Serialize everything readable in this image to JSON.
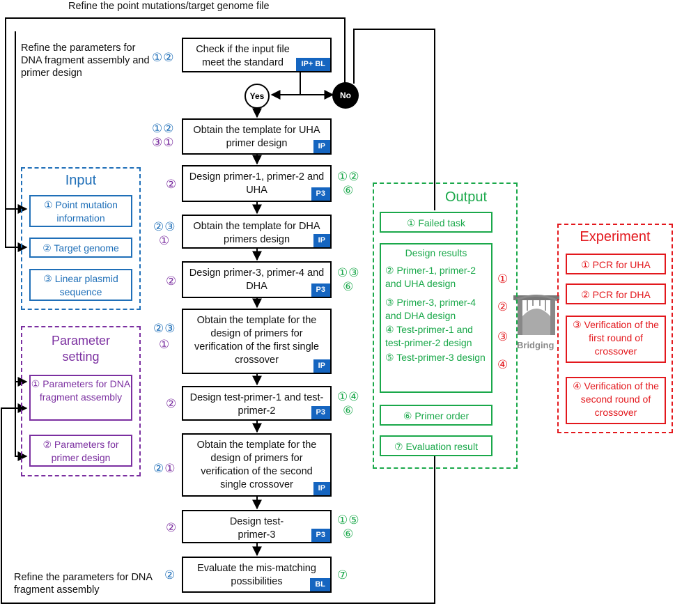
{
  "feedback": {
    "top_label": "Refine the point mutations/target genome file",
    "mid_label": "Refine the parameters for DNA fragment assembly and primer design",
    "bottom_label": "Refine the parameters for DNA fragment assembly"
  },
  "decision": {
    "yes": "Yes",
    "no": "No"
  },
  "steps": [
    {
      "text": "Check if the input file meet the standard",
      "badge": "IP+ BL",
      "left_refs": "①②",
      "right_refs": ""
    },
    {
      "text": "Obtain the template for UHA primer design",
      "badge": "IP",
      "left_refs_blue": "①②",
      "left_refs_purple": "③①"
    },
    {
      "text": "Design primer-1, primer-2 and UHA",
      "badge": "P3",
      "left_refs": "②",
      "right_refs": "①②\n⑥"
    },
    {
      "text": "Obtain the template for DHA primers design",
      "badge": "IP",
      "left_refs_blue": "②③",
      "left_refs_purple": "①"
    },
    {
      "text": "Design primer-3, primer-4 and DHA",
      "badge": "P3",
      "left_refs": "②",
      "right_refs": "①③\n⑥"
    },
    {
      "text": "Obtain the template for the design of primers for verification of the first single crossover",
      "badge": "IP",
      "left_refs_blue": "②③",
      "left_refs_purple": "①"
    },
    {
      "text": "Design test-primer-1 and test-primer-2",
      "badge": "P3",
      "left_refs": "②",
      "right_refs": "①④\n⑥"
    },
    {
      "text": "Obtain the template for the design of primers for verification of the second single crossover",
      "badge": "IP",
      "left_refs_blue": "②",
      "left_refs_purple": "①"
    },
    {
      "text": "Design test-primer-3",
      "badge": "P3",
      "left_refs": "②",
      "right_refs": "①⑤\n⑥"
    },
    {
      "text": "Evaluate the mis-matching possibilities",
      "badge": "BL",
      "left_refs": "②",
      "right_refs": "⑦"
    }
  ],
  "input": {
    "title": "Input",
    "items": [
      "① Point mutation information",
      "② Target genome",
      "③ Linear plasmid sequence"
    ]
  },
  "parameter": {
    "title": "Parameter setting",
    "items": [
      "① Parameters for DNA fragment assembly",
      "② Parameters for primer design"
    ]
  },
  "output": {
    "title": "Output",
    "failed": "① Failed task",
    "design_title": "Design results",
    "design_items": [
      "② Primer-1, primer-2 and UHA design",
      "③ Primer-3, primer-4 and DHA design",
      "④ Test-primer-1 and test-primer-2 design",
      "⑤ Test-primer-3 design"
    ],
    "order": "⑥ Primer order",
    "evaluation": "⑦ Evaluation result"
  },
  "bridge": {
    "label": "Bridging",
    "refs": [
      "①",
      "②",
      "③",
      "④"
    ]
  },
  "experiment": {
    "title": "Experiment",
    "items": [
      "① PCR for UHA",
      "② PCR for DHA",
      "③ Verification of the first round of crossover",
      "④ Verification of the second round of crossover"
    ]
  },
  "colors": {
    "input": "#1f6fb8",
    "parameter": "#7b2fa0",
    "output": "#1aa84a",
    "experiment": "#e3181d",
    "badge": "#1565c0"
  }
}
